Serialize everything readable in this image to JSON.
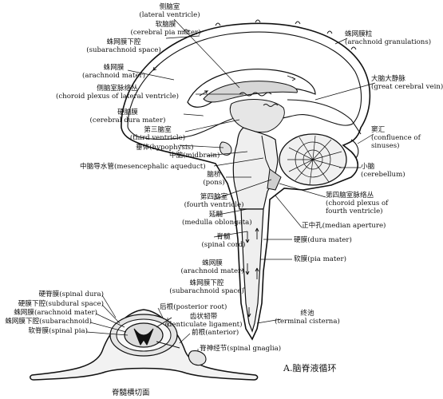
{
  "labels": {
    "lateral_ventricle": {
      "zh": "侧脑室",
      "en": "(lateral ventricle)"
    },
    "cerebral_pia_mater": {
      "zh": "软脑膜",
      "en": "(cerebral pia mater)"
    },
    "subarachnoid_space": {
      "zh": "蛛网膜下腔",
      "en": "(subarachnoid space)"
    },
    "arachnoid_mater": {
      "zh": "蛛网膜",
      "en": "(arachnoid mater)"
    },
    "choroid_plexus_lateral": {
      "zh": "侧脑室脉络丛",
      "en": "(choroid plexus of lateral ventricle)"
    },
    "cerebral_dura_mater": {
      "zh": "硬脑膜",
      "en": "(cerebral dura mater)"
    },
    "third_ventricle": {
      "zh": "第三脑室",
      "en": "(third ventricle)"
    },
    "hypophysis": {
      "zh": "垂体",
      "en": "(hypophysis)"
    },
    "midbrain": {
      "zh": "中脑",
      "en": "(midbrain)"
    },
    "mesencephalic_aqueduct": {
      "zh": "中脑导水管",
      "en": "(mesencephalic aqueduct)"
    },
    "pons": {
      "zh": "脑桥",
      "en": "(pons)"
    },
    "fourth_ventricle": {
      "zh": "第四脑室",
      "en": "(fourth ventricle)"
    },
    "medulla_oblongata": {
      "zh": "延髓",
      "en": "(medulla oblongata)"
    },
    "spinal_cord": {
      "zh": "脊髓",
      "en": "(spinal cord)"
    },
    "arachnoid_mater_2": {
      "zh": "蛛网膜",
      "en": "(arachnoid mater)"
    },
    "subarachnoid_space_2": {
      "zh": "蛛网膜下腔",
      "en": "(subarachnoid space)"
    },
    "arachnoid_granulations": {
      "zh": "蛛网膜粒",
      "en": "(arachnoid granulations)"
    },
    "great_cerebral_vein": {
      "zh": "大脑大静脉",
      "en": "(great cerebral vein)"
    },
    "confluence_of_sinuses": {
      "zh": "窦汇",
      "en": "(confluence of",
      "en2": "sinuses)"
    },
    "cerebellum": {
      "zh": "小脑",
      "en": "(cerebellum)"
    },
    "choroid_plexus_fourth": {
      "zh": "第四脑室脉络丛",
      "en": "(choroid plexus of",
      "en2": "fourth ventricle)"
    },
    "median_aperture": {
      "zh": "正中孔",
      "en": "(median aperture)"
    },
    "dura_mater": {
      "zh": "硬膜",
      "en": "(dura mater)"
    },
    "pia_mater": {
      "zh": "软膜",
      "en": "(pia mater)"
    },
    "terminal_cisterna": {
      "zh": "终池",
      "en": "(terminal cisterna)"
    },
    "spinal_dura": "硬脊膜(spinal dura)",
    "subdural_space": "硬膜下腔(subdural space)",
    "arachnoid_mater_3": "蛛网膜(arachnoid mater)",
    "subarachnoid_3": "蛛网膜下腔(subarachnoid)",
    "spinal_pia": "软脊膜(spinal pia)",
    "posterior_root": "后根(posterior root)",
    "denticulate_ligament": {
      "zh": "齿状韧带",
      "en": "(denticulate ligament)"
    },
    "anterior_root": "前根(anterior)",
    "spinal_ganglia": "脊神经节(spinal gnaglia)"
  },
  "section_title": "脊髓横切面",
  "caption": "A.脑脊液循环",
  "colors": {
    "ink": "#111111",
    "paper": "#ffffff",
    "csf": "#cfcfcf",
    "tissue": "#e2e2e2"
  }
}
